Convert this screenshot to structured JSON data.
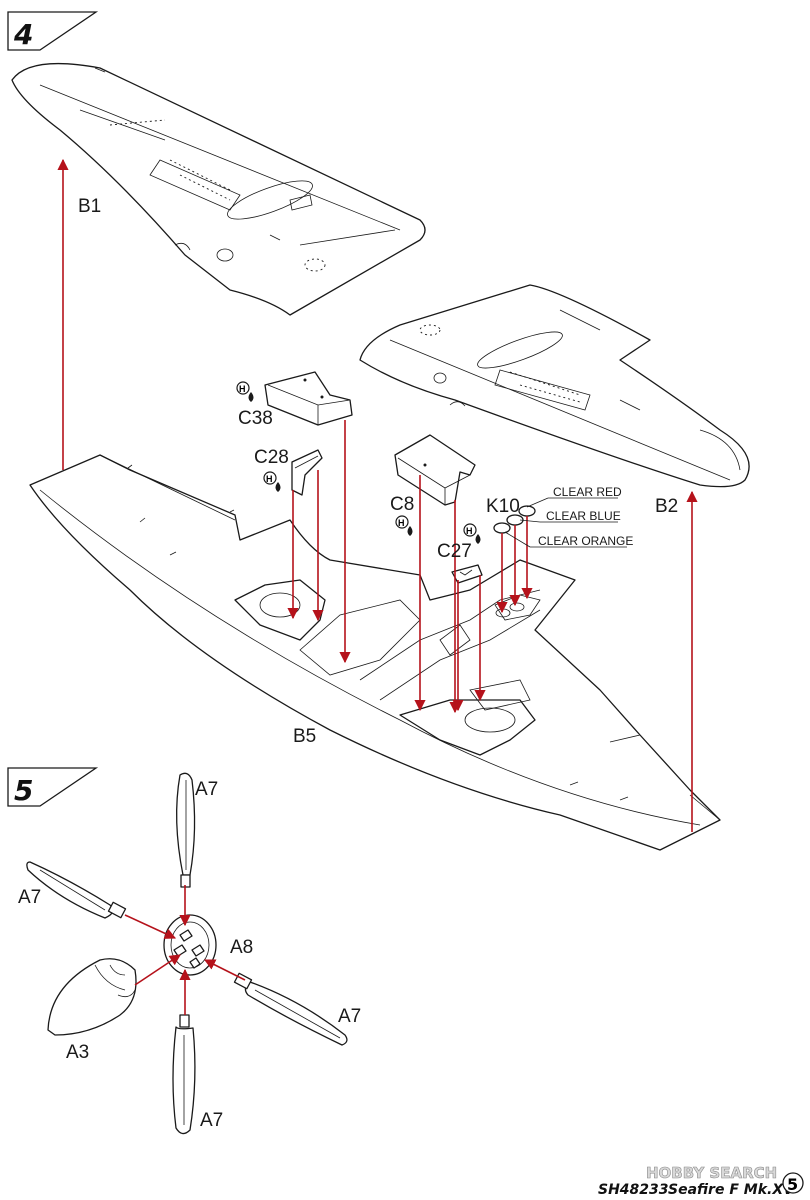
{
  "steps": {
    "step4": {
      "number": "4"
    },
    "step5": {
      "number": "5"
    }
  },
  "labels": {
    "B1": "B1",
    "B2": "B2",
    "B5": "B5",
    "C38": "C38",
    "C28": "C28",
    "C8": "C8",
    "C27": "C27",
    "K10": "K10",
    "A7": "A7",
    "A8": "A8",
    "A3": "A3"
  },
  "glue_marker": "H",
  "clear_parts": {
    "red": "CLEAR RED",
    "blue": "CLEAR BLUE",
    "orange": "CLEAR ORANGE"
  },
  "footer": {
    "code": "SH48233",
    "title": "Seafire F Mk.XV",
    "page": "5"
  },
  "watermark": "HOBBY SEARCH",
  "colors": {
    "arrow": "#b5121b",
    "line": "#1a1a1a"
  }
}
